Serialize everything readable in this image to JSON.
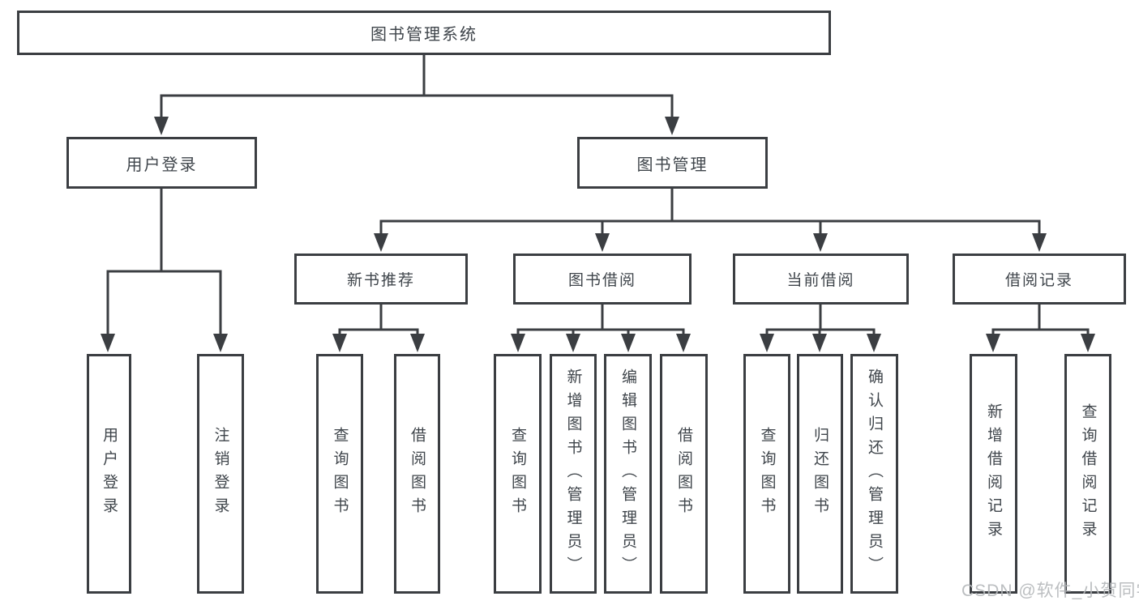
{
  "diagram": {
    "title": "图书管理系统",
    "branches": {
      "login": {
        "label": "用户登录",
        "children": [
          "用户登录",
          "注销登录"
        ]
      },
      "management": {
        "label": "图书管理",
        "sections": [
          {
            "label": "新书推荐",
            "children": [
              "查询图书",
              "借阅图书"
            ]
          },
          {
            "label": "图书借阅",
            "children": [
              "查询图书",
              "新增图书（管理员）",
              "编辑图书（管理员）",
              "借阅图书"
            ]
          },
          {
            "label": "当前借阅",
            "children": [
              "查询图书",
              "归还图书",
              "确认归还（管理员）"
            ]
          },
          {
            "label": "借阅记录",
            "children": [
              "新增借阅记录",
              "查询借阅记录"
            ]
          }
        ]
      }
    },
    "colors": {
      "line": "#3b3e42",
      "text": "#3f454b",
      "watermark": "#b4b7ba",
      "background": "#ffffff"
    },
    "watermark": "CSDN @软件_小贺同学"
  }
}
